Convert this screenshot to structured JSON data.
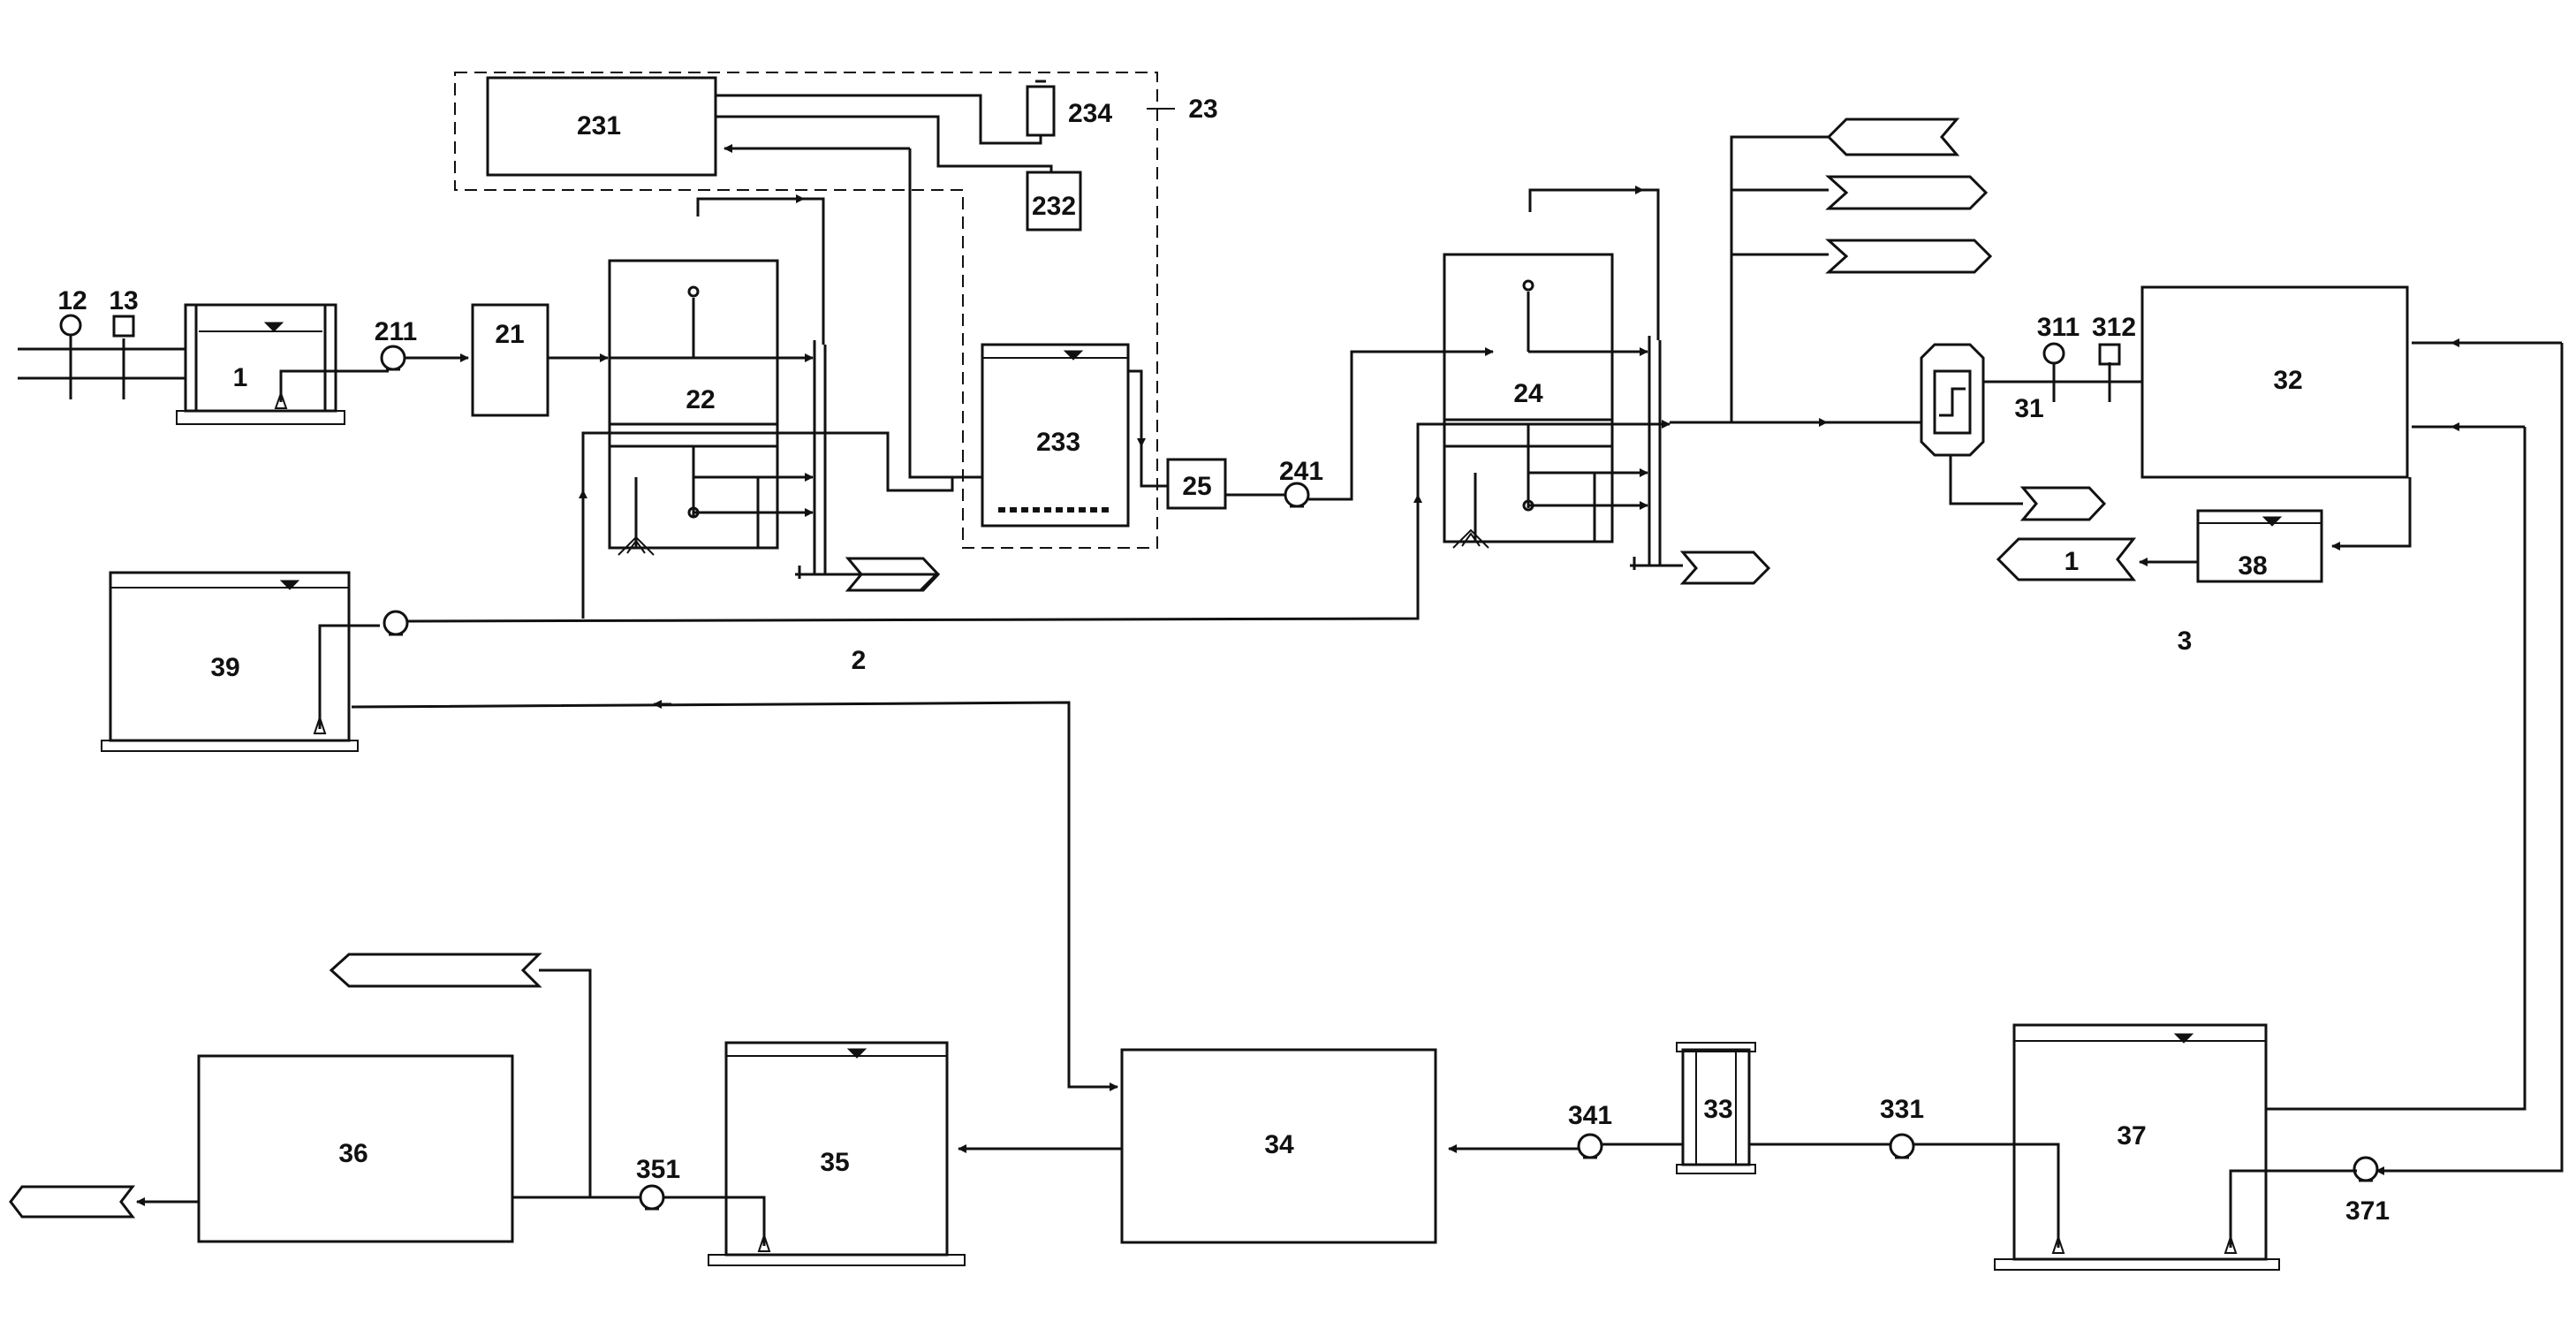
{
  "diagram": {
    "labels": {
      "l1": "1",
      "l12": "12",
      "l13": "13",
      "l211": "211",
      "l21": "21",
      "l22": "22",
      "l231": "231",
      "l232": "232",
      "l233": "233",
      "l234": "234",
      "l23": "23",
      "l25": "25",
      "l241": "241",
      "l24": "24",
      "l2": "2",
      "l31": "31",
      "l311": "311",
      "l312": "312",
      "l32": "32",
      "l38": "38",
      "lout1": "1",
      "l3": "3",
      "l39": "39",
      "l36": "36",
      "l351": "351",
      "l35": "35",
      "l34": "34",
      "l341": "341",
      "l33": "33",
      "l331": "331",
      "l37": "37",
      "l371": "371"
    },
    "colors": {
      "line": "#111111",
      "background": "#ffffff"
    }
  }
}
